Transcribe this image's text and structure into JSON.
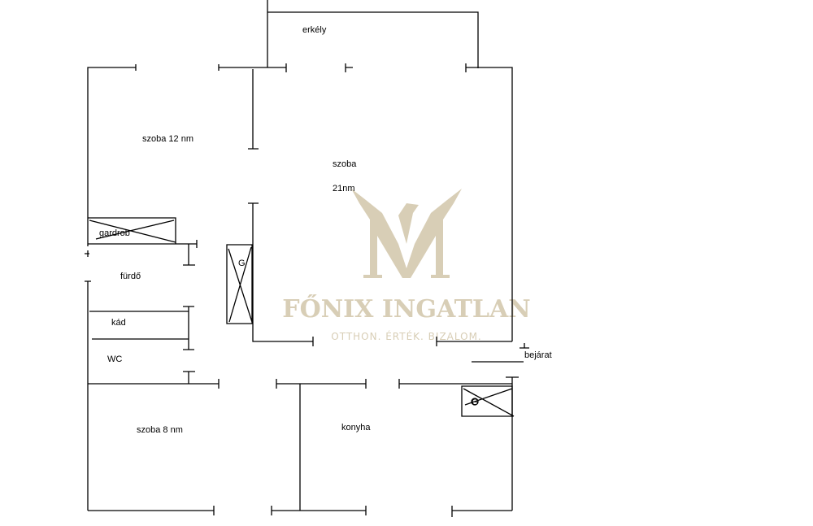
{
  "rooms": {
    "balcony": "erkély",
    "room12": "szoba 12 nm",
    "room21_name": "szoba",
    "room21_area": "21nm",
    "wardrobe": "gardrob",
    "bathroom": "fürdő",
    "bathtub": "kád",
    "wc": "WC",
    "room8": "szoba 8 nm",
    "kitchen": "konyha",
    "entrance": "bejárat",
    "boiler1": "G",
    "boiler2": "G"
  },
  "watermark": {
    "brand": "FŐNIX INGATLAN",
    "tagline": "OTTHON. ÉRTÉK. BIZALOM.",
    "color": "#d8ceb6"
  }
}
